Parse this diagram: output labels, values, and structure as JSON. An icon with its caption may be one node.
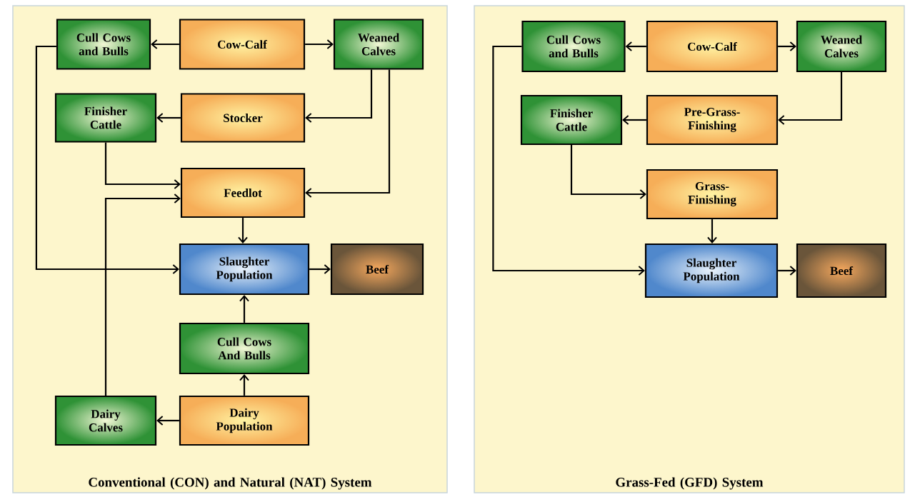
{
  "diagram": {
    "nodes": [
      {
        "text": [
          "Conventional (CON) and Natural (NAT) System"
        ]
      },
      {
        "text": [
          "Cull Cows and Bulls"
        ],
        "in": 0
      },
      {
        "text": [
          "Cow-Calf"
        ],
        "in": 0
      },
      {
        "text": [
          "Weaned Calves"
        ],
        "in": 0
      },
      {
        "text": [
          "Finisher Cattle"
        ],
        "in": 0
      },
      {
        "text": [
          "Stocker"
        ],
        "in": 0
      },
      {
        "text": [
          "Feedlot"
        ],
        "in": 0
      },
      {
        "text": [
          "Slaughter Population"
        ],
        "in": 0
      },
      {
        "text": [
          "Beef"
        ],
        "in": 0
      },
      {
        "text": [
          "Cull Cows And Bulls"
        ],
        "in": 0
      },
      {
        "text": [
          "Dairy Calves"
        ],
        "in": 0
      },
      {
        "text": [
          "Dairy Population"
        ],
        "in": 0
      },
      {
        "text": [
          "Grass-Fed (GFD) System"
        ]
      },
      {
        "text": [
          "Cull Cows and Bulls"
        ],
        "in": 12
      },
      {
        "text": [
          "Cow-Calf"
        ],
        "in": 12
      },
      {
        "text": [
          "Weaned Calves"
        ],
        "in": 12
      },
      {
        "text": [
          "Finisher Cattle"
        ],
        "in": 12
      },
      {
        "text": [
          "Pre-Grass-Finishing"
        ],
        "in": 12
      },
      {
        "text": [
          "Grass-Finishing"
        ],
        "in": 12
      },
      {
        "text": [
          "Slaughter Population"
        ],
        "in": 12
      },
      {
        "text": [
          "Beef"
        ],
        "in": 12
      }
    ],
    "edges": [
      {
        "from": 2,
        "to": 1,
        "arrow": "to"
      },
      {
        "from": 2,
        "to": 3,
        "arrow": "to"
      },
      {
        "from": 3,
        "to": 5,
        "arrow": "to"
      },
      {
        "from": 5,
        "to": 4,
        "arrow": "to"
      },
      {
        "from": 3,
        "to": 6,
        "arrow": "to"
      },
      {
        "from": 4,
        "to": 6,
        "arrow": "to"
      },
      {
        "from": 10,
        "to": 6,
        "arrow": "to"
      },
      {
        "from": 1,
        "to": 7,
        "arrow": "to"
      },
      {
        "from": 6,
        "to": 7,
        "arrow": "to"
      },
      {
        "from": 7,
        "to": 8,
        "arrow": "to"
      },
      {
        "from": 9,
        "to": 7,
        "arrow": "to"
      },
      {
        "from": 11,
        "to": 9,
        "arrow": "to"
      },
      {
        "from": 11,
        "to": 10,
        "arrow": "to"
      },
      {
        "from": 14,
        "to": 13,
        "arrow": "to"
      },
      {
        "from": 14,
        "to": 15,
        "arrow": "to"
      },
      {
        "from": 15,
        "to": 17,
        "arrow": "to"
      },
      {
        "from": 17,
        "to": 16,
        "arrow": "to"
      },
      {
        "from": 16,
        "to": 18,
        "arrow": "to"
      },
      {
        "from": 18,
        "to": 19,
        "arrow": "to"
      },
      {
        "from": 13,
        "to": 19,
        "arrow": "to"
      },
      {
        "from": 19,
        "to": 20,
        "arrow": "to"
      }
    ]
  }
}
